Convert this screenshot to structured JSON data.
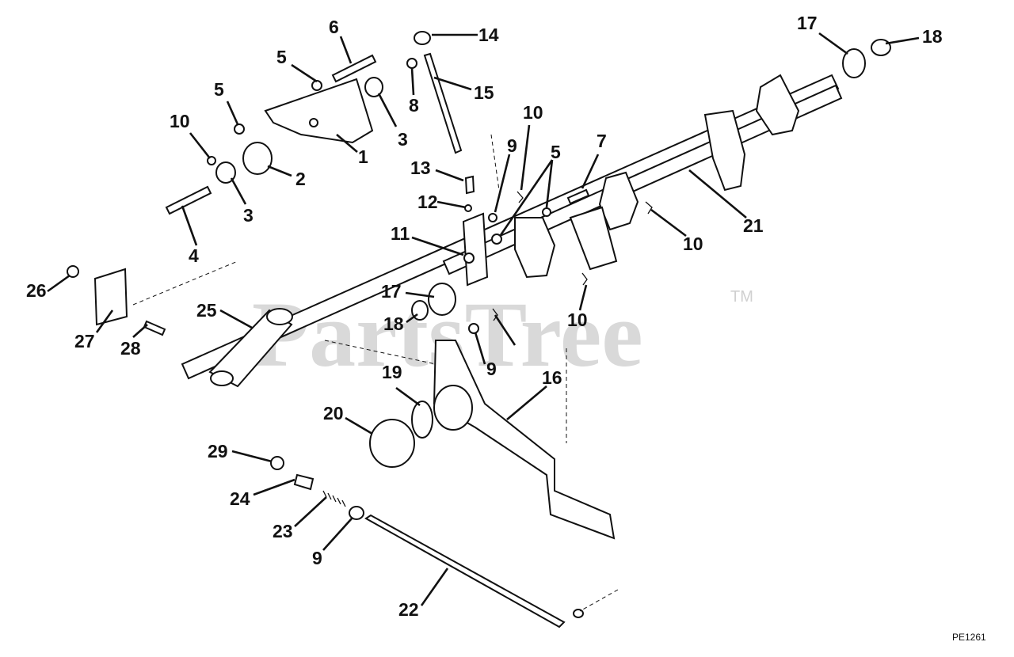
{
  "watermark": {
    "text": "PartsTree",
    "trademark": "TM"
  },
  "drawing_code": "PE1261",
  "callouts": [
    "6",
    "14",
    "5",
    "17",
    "18",
    "8",
    "15",
    "5",
    "3",
    "10",
    "10",
    "1",
    "9",
    "5",
    "7",
    "2",
    "21",
    "13",
    "12",
    "3",
    "4",
    "10",
    "11",
    "26",
    "17",
    "25",
    "18",
    "10",
    "27",
    "28",
    "9",
    "16",
    "19",
    "20",
    "29",
    "24",
    "23",
    "9",
    "22"
  ]
}
